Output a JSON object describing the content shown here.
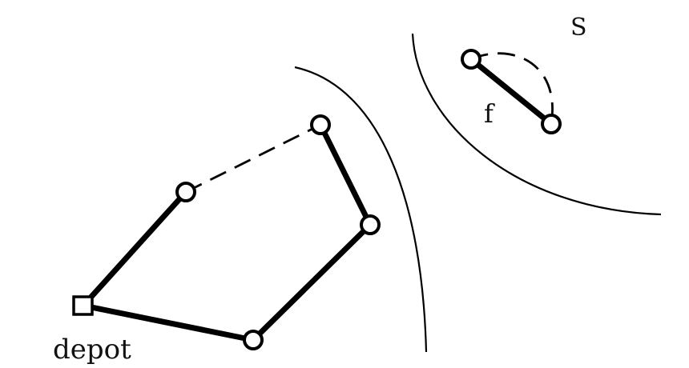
{
  "labels": {
    "region": "S",
    "edge": "f",
    "depot": "depot"
  }
}
